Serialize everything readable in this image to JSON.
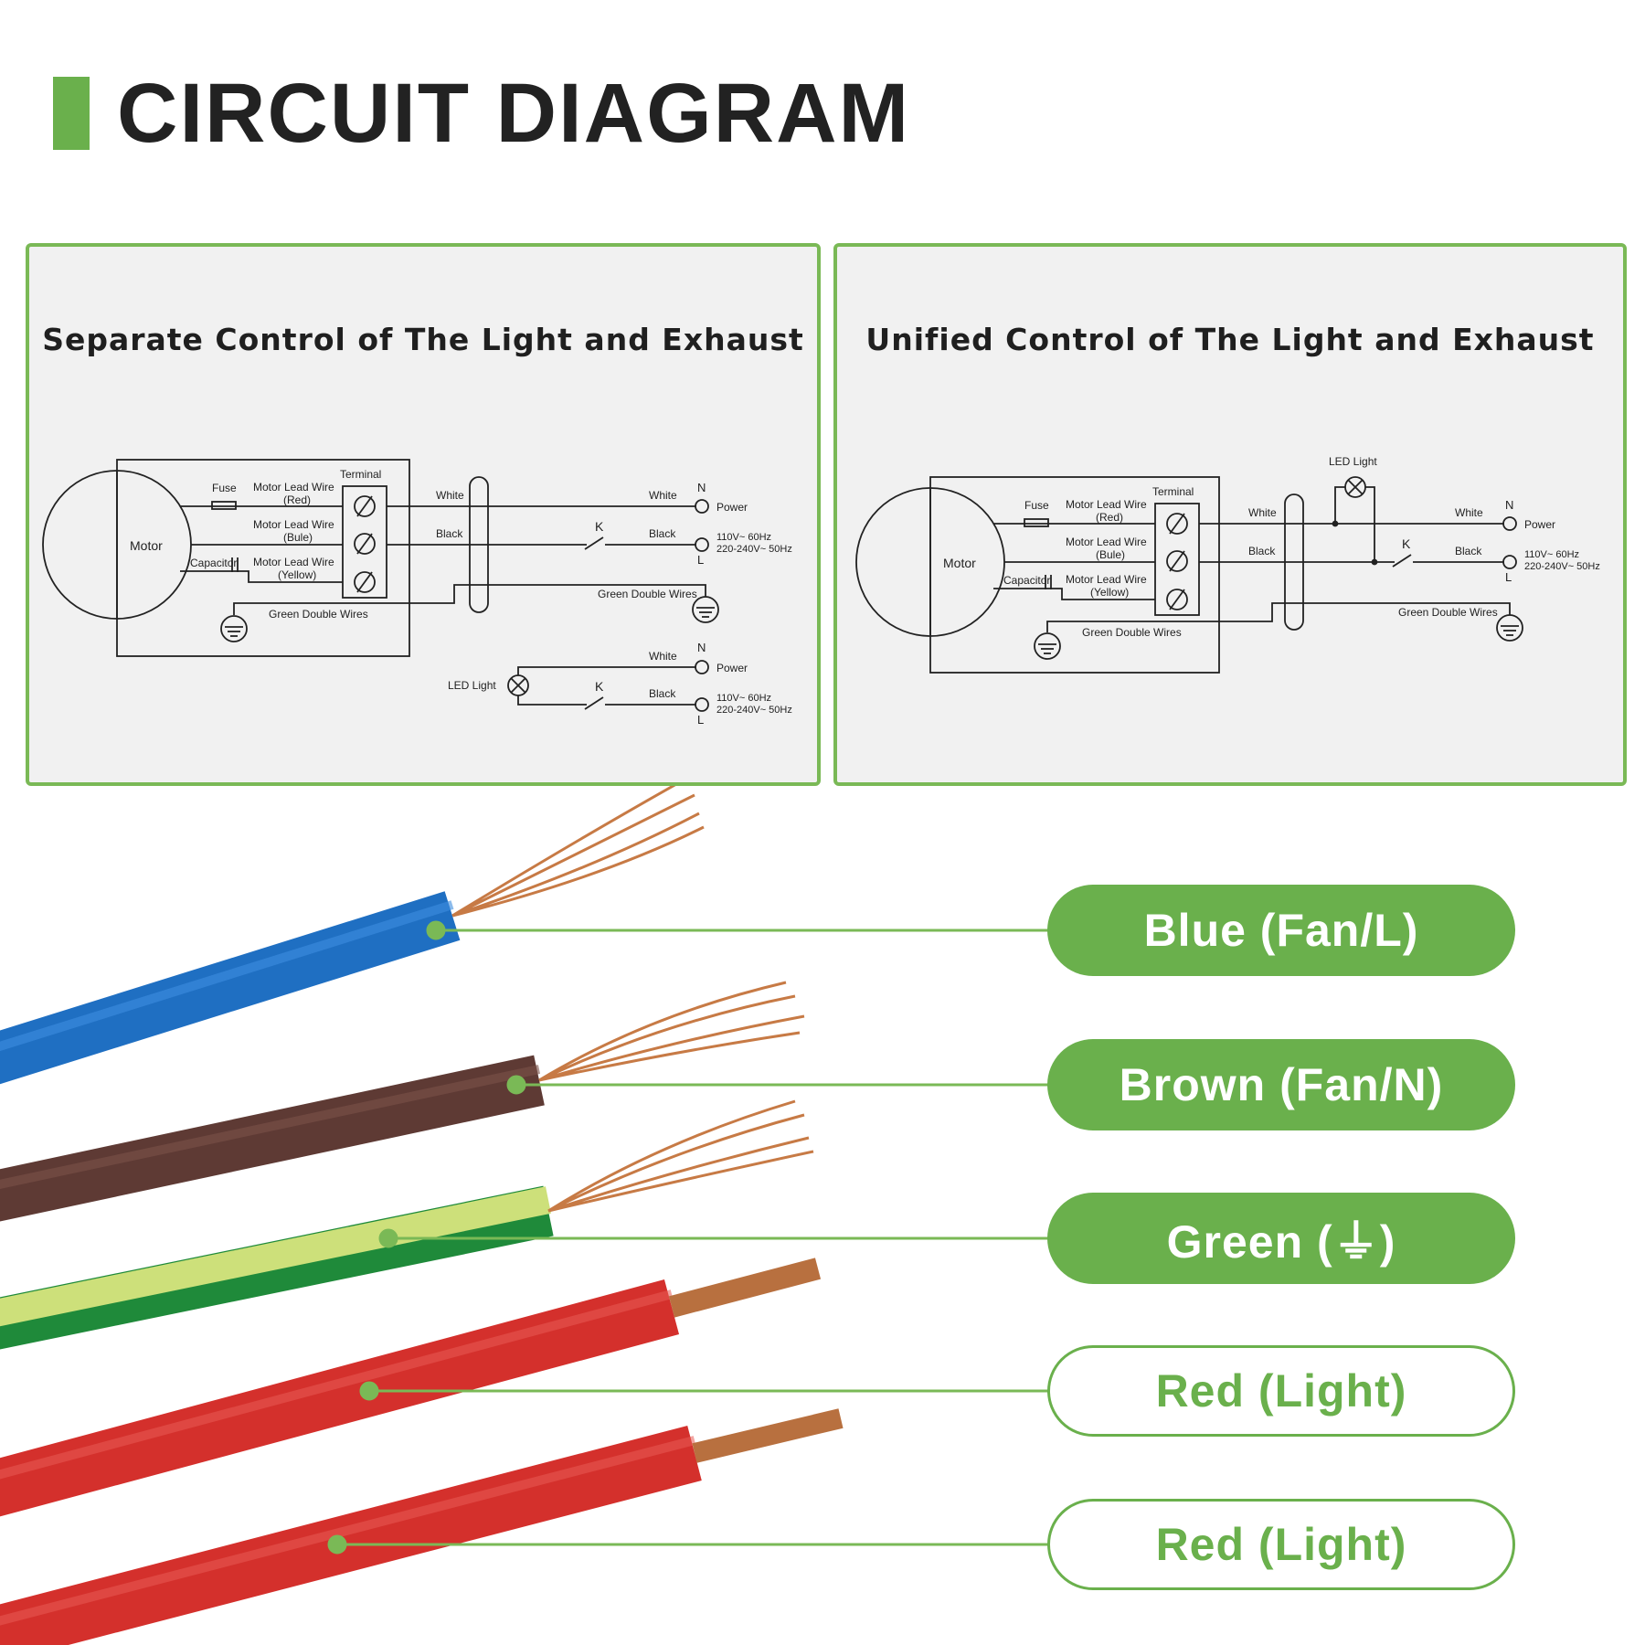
{
  "page": {
    "title": "CIRCUIT DIAGRAM",
    "accent_color": "#6ab04c"
  },
  "panels": [
    {
      "title": "Separate Control of The Light and Exhaust",
      "labels": {
        "motor": "Motor",
        "fuse": "Fuse",
        "capacitor": "Capacitor",
        "terminal": "Terminal",
        "lead_red": "Motor Lead Wire",
        "lead_red_color": "(Red)",
        "lead_blue": "Motor Lead Wire",
        "lead_blue_color": "(Bule)",
        "lead_yellow": "Motor Lead Wire",
        "lead_yellow_color": "(Yellow)",
        "white_1": "White",
        "white_2": "White",
        "black_1": "Black",
        "black_2": "Black",
        "n": "N",
        "power": "Power",
        "k": "K",
        "l": "L",
        "voltage_1": "110V~  60Hz",
        "voltage_2": "220-240V~ 50Hz",
        "green_double_1": "Green Double Wires",
        "green_double_2": "Green Double Wires",
        "led_light": "LED  Light",
        "white_3": "White",
        "black_3": "Black",
        "n_2": "N",
        "power_2": "Power",
        "k_2": "K",
        "l_2": "L",
        "voltage_3": "110V~  60Hz",
        "voltage_4": "220-240V~ 50Hz"
      }
    },
    {
      "title": "Unified Control of The Light and Exhaust",
      "labels": {
        "motor": "Motor",
        "fuse": "Fuse",
        "capacitor": "Capacitor",
        "terminal": "Terminal",
        "lead_red": "Motor Lead Wire",
        "lead_red_color": "(Red)",
        "lead_blue": "Motor Lead Wire",
        "lead_blue_color": "(Bule)",
        "lead_yellow": "Motor Lead Wire",
        "lead_yellow_color": "(Yellow)",
        "white_1": "White",
        "white_2": "White",
        "black_1": "Black",
        "black_2": "Black",
        "n": "N",
        "power": "Power",
        "k": "K",
        "l": "L",
        "voltage_1": "110V~  60Hz",
        "voltage_2": "220-240V~ 50Hz",
        "green_double_1": "Green Double Wires",
        "green_double_2": "Green Double Wires",
        "led_light": "LED  Light"
      }
    }
  ],
  "wire_legend": [
    {
      "label": "Blue (Fan/L)",
      "style": "filled",
      "wire_color": "#1f6fc2"
    },
    {
      "label": "Brown (Fan/N)",
      "style": "filled",
      "wire_color": "#5e3a34"
    },
    {
      "label": "Green (⏚)",
      "style": "filled",
      "wire_color": "#c9dc6a"
    },
    {
      "label": "Red (Light)",
      "style": "outline",
      "wire_color": "#d4302c"
    },
    {
      "label": "Red (Light)",
      "style": "outline",
      "wire_color": "#d4302c"
    }
  ],
  "colors": {
    "green": "#6ab04c",
    "panel_bg": "#f1f1f1",
    "copper": "#c77a45"
  }
}
